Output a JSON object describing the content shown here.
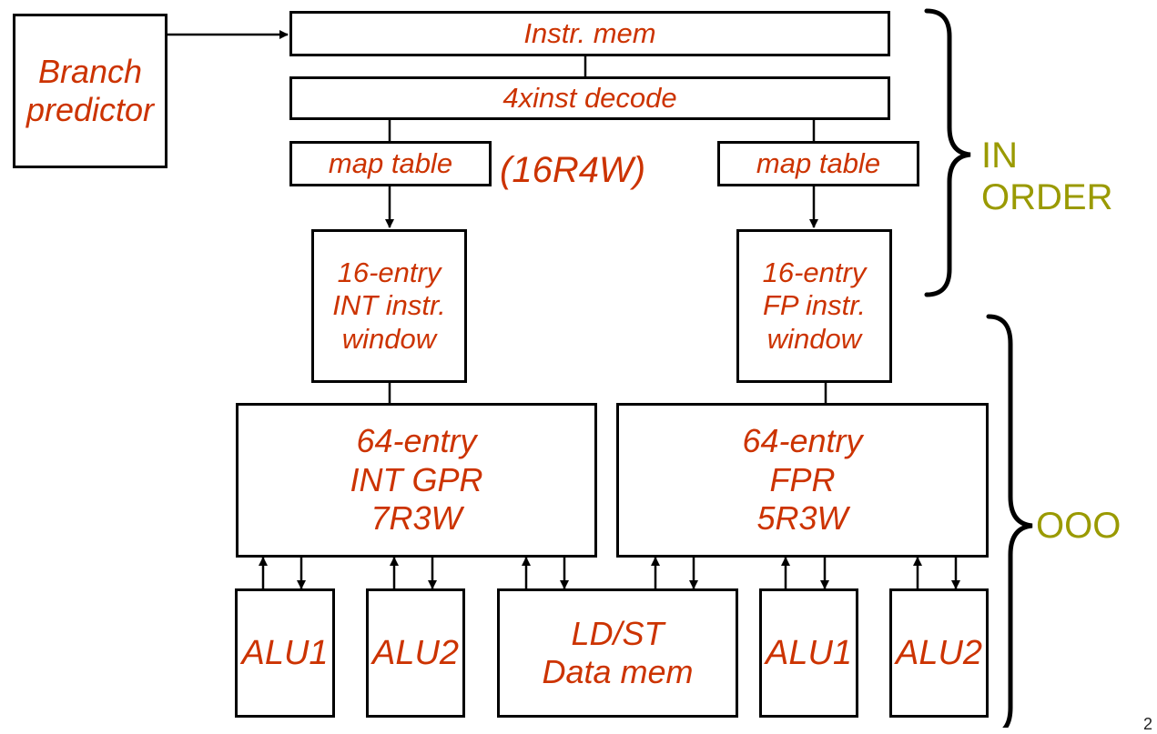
{
  "branch_predictor": {
    "line1": "Branch",
    "line2": "predictor"
  },
  "instr_mem": "Instr. mem",
  "decode": "4xinst decode",
  "map_table_int": "map table",
  "map_table_fp": "map table",
  "ports_note": "(16R4W)",
  "int_window": {
    "line1": "16-entry",
    "line2": "INT instr.",
    "line3": "window"
  },
  "fp_window": {
    "line1": "16-entry",
    "line2": "FP instr.",
    "line3": "window"
  },
  "int_gpr": {
    "line1": "64-entry",
    "line2": "INT GPR",
    "line3": "7R3W"
  },
  "fpr": {
    "line1": "64-entry",
    "line2": "FPR",
    "line3": "5R3W"
  },
  "units": {
    "int_alu1": "ALU1",
    "int_alu2": "ALU2",
    "ldst": {
      "line1": "LD/ST",
      "line2": "Data mem"
    },
    "fp_alu1": "ALU1",
    "fp_alu2": "ALU2"
  },
  "stage_labels": {
    "in_order_line1": "IN",
    "in_order_line2": "ORDER",
    "ooo": "OOO"
  },
  "page_number": "2",
  "colors": {
    "box_text": "#cc3300",
    "stage_label": "#9a9a00",
    "lines": "#000000"
  }
}
